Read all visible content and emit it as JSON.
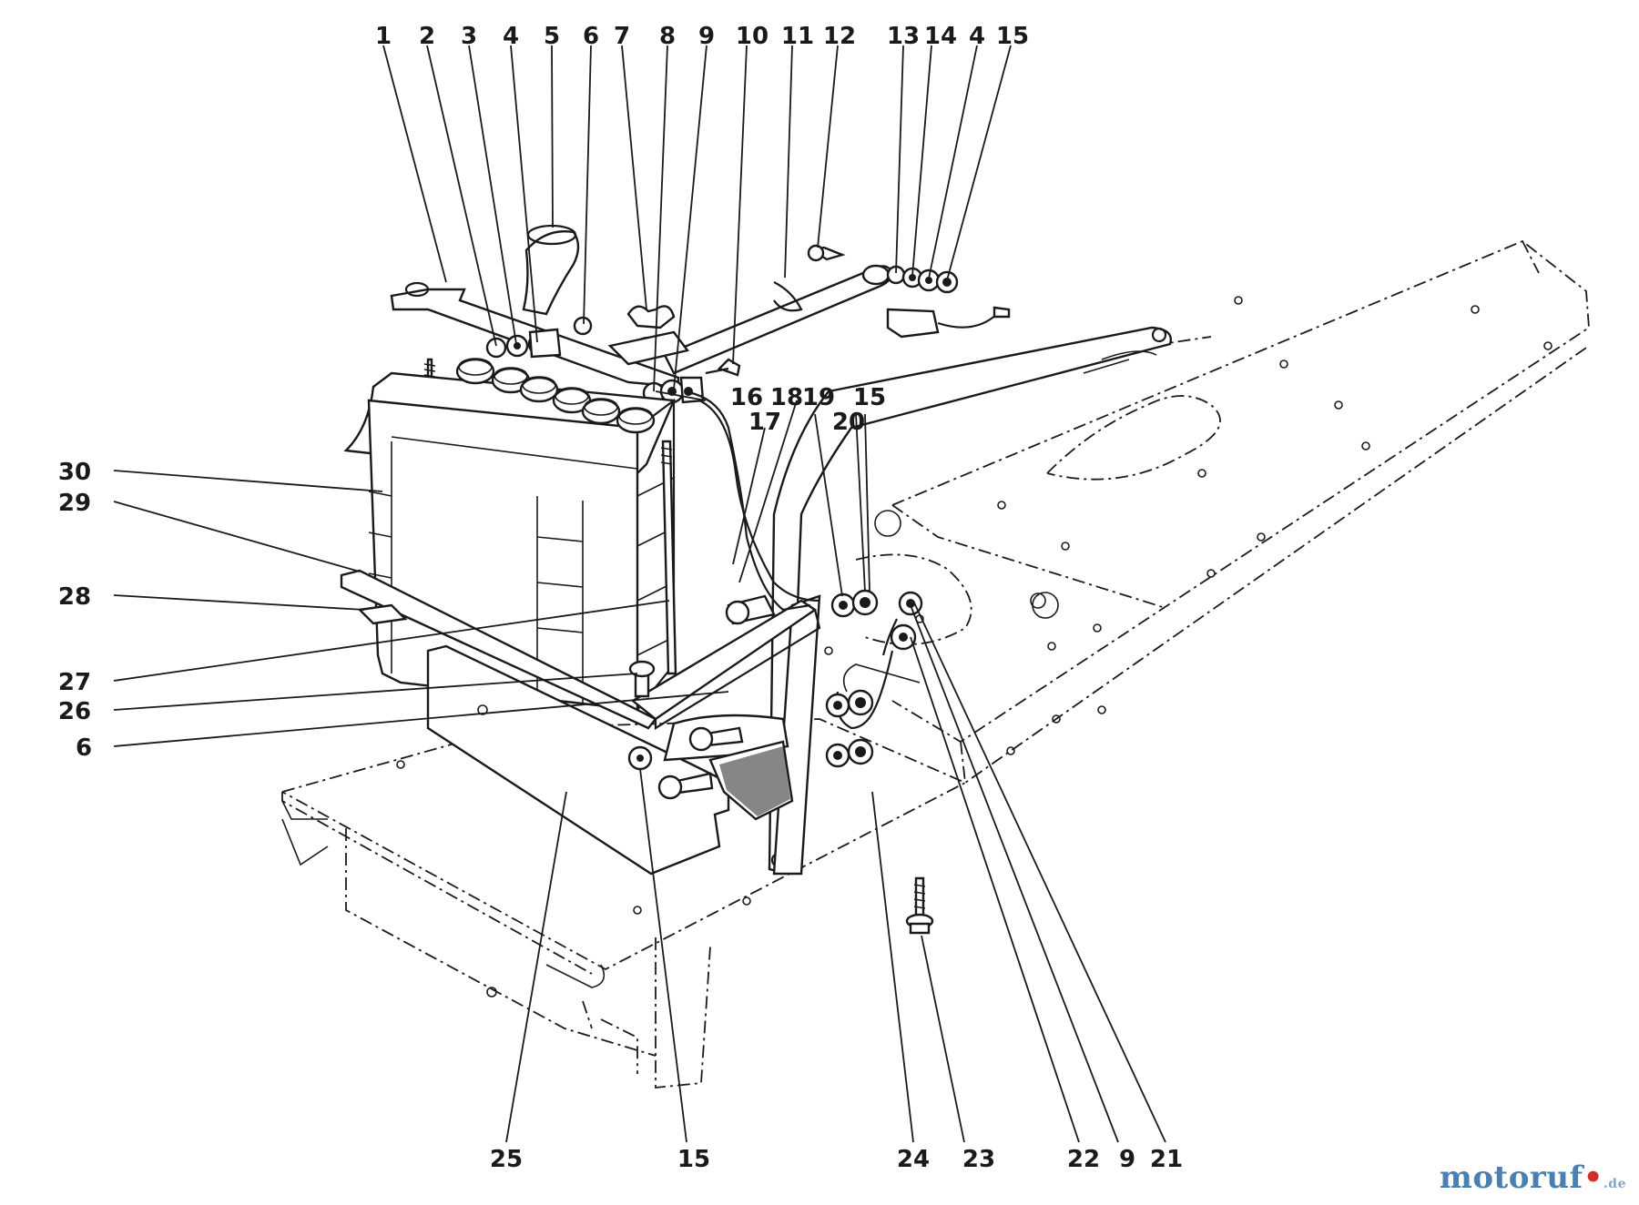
{
  "diagram": {
    "callouts": [
      {
        "id": "c1",
        "text": "1"
      },
      {
        "id": "c2",
        "text": "2"
      },
      {
        "id": "c3",
        "text": "3"
      },
      {
        "id": "c4a",
        "text": "4"
      },
      {
        "id": "c5",
        "text": "5"
      },
      {
        "id": "c6a",
        "text": "6"
      },
      {
        "id": "c7",
        "text": "7"
      },
      {
        "id": "c8",
        "text": "8"
      },
      {
        "id": "c9a",
        "text": "9"
      },
      {
        "id": "c10",
        "text": "10"
      },
      {
        "id": "c11",
        "text": "11"
      },
      {
        "id": "c12",
        "text": "12"
      },
      {
        "id": "c13",
        "text": "13"
      },
      {
        "id": "c14",
        "text": "14"
      },
      {
        "id": "c4b",
        "text": "4"
      },
      {
        "id": "c15a",
        "text": "15"
      },
      {
        "id": "c16",
        "text": "16"
      },
      {
        "id": "c17",
        "text": "17"
      },
      {
        "id": "c18",
        "text": "18"
      },
      {
        "id": "c19",
        "text": "19"
      },
      {
        "id": "c20",
        "text": "20"
      },
      {
        "id": "c15b",
        "text": "15"
      },
      {
        "id": "c30",
        "text": "30"
      },
      {
        "id": "c29",
        "text": "29"
      },
      {
        "id": "c28",
        "text": "28"
      },
      {
        "id": "c27",
        "text": "27"
      },
      {
        "id": "c26",
        "text": "26"
      },
      {
        "id": "c6b",
        "text": "6"
      },
      {
        "id": "c25",
        "text": "25"
      },
      {
        "id": "c15c",
        "text": "15"
      },
      {
        "id": "c24",
        "text": "24"
      },
      {
        "id": "c23",
        "text": "23"
      },
      {
        "id": "c22",
        "text": "22"
      },
      {
        "id": "c9b",
        "text": "9"
      },
      {
        "id": "c21",
        "text": "21"
      }
    ]
  },
  "watermark": {
    "main": "motoruf",
    "dot": "•",
    "suffix": ".de"
  }
}
